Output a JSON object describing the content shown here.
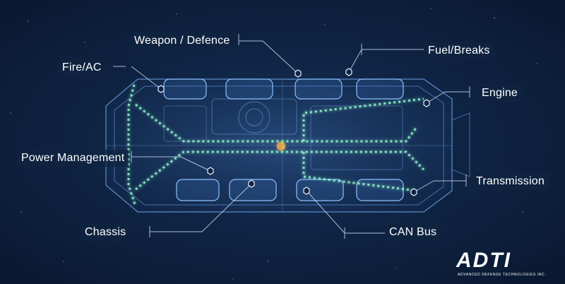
{
  "labels": {
    "weapon_defence": "Weapon / Defence",
    "fuel_breaks": "Fuel/Breaks",
    "fire_ac": "Fire/AC",
    "engine": "Engine",
    "power_management": "Power Management",
    "transmission": "Transmission",
    "chassis": "Chassis",
    "can_bus": "CAN Bus"
  },
  "logo": {
    "name": "ADTI",
    "tagline": "ADVANCED DEFENSE TECHNOLOGIES INC."
  },
  "colors": {
    "background": "#0f2444",
    "wireframe": "#7fb8ff",
    "network": "#8ff5c8",
    "leader_line": "#c9d6ea"
  }
}
